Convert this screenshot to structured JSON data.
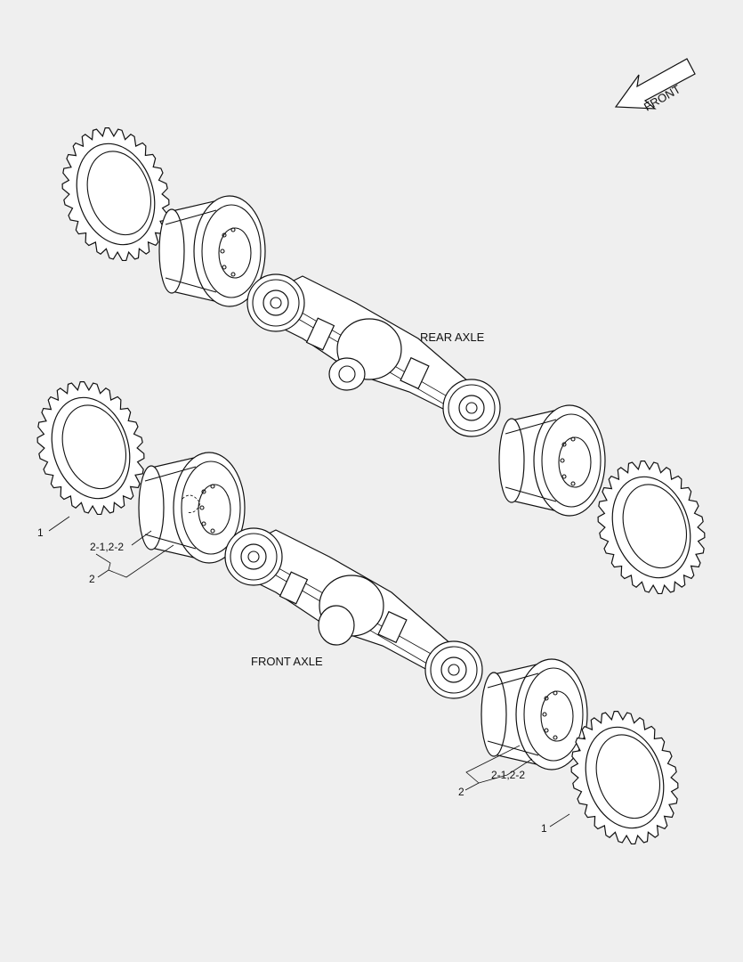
{
  "diagram": {
    "front_arrow_label": "FRONT",
    "rear_axle_label": "REAR AXLE",
    "front_axle_label": "FRONT AXLE",
    "callouts": {
      "tire_left": "1",
      "rim_left_sub": "2-1,2-2",
      "rim_left": "2",
      "rim_right_sub": "2-1,2-2",
      "rim_right": "2",
      "tire_right": "1"
    }
  }
}
